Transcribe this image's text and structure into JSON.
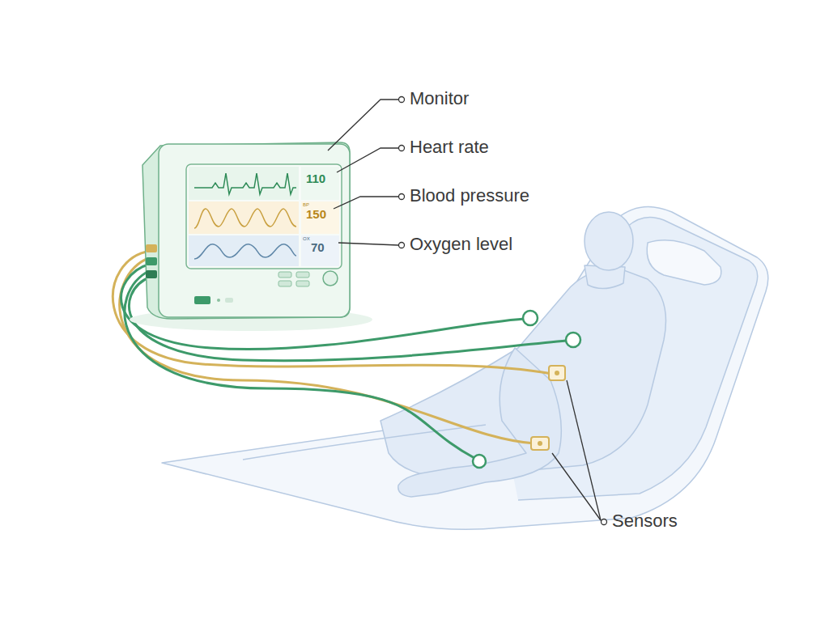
{
  "diagram": {
    "labels": [
      "Monitor",
      "Heart rate",
      "Blood pressure",
      "Oxygen level",
      "110",
      "BP",
      "150",
      "OX",
      "70",
      "Sensors"
    ]
  }
}
